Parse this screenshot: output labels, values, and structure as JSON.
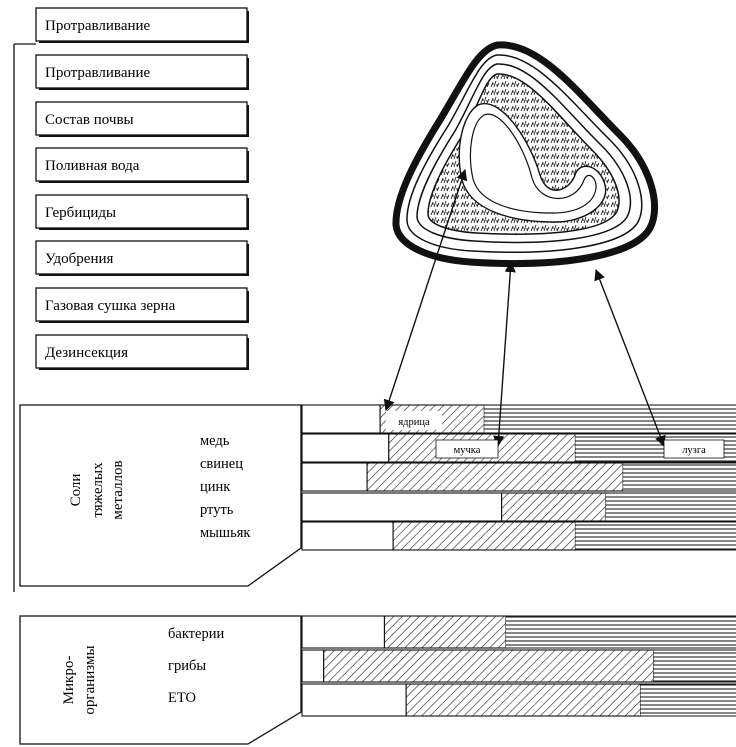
{
  "processing_steps": [
    "Протравливание",
    "Протравливание",
    "Состав почвы",
    "Поливная вода",
    "Гербициды",
    "Удобрения",
    "Газовая сушка зерна",
    "Дезинсекция"
  ],
  "heavy_metals": {
    "group_label_line1": "Соли",
    "group_label_line2": "тяжелых",
    "group_label_line3": "металлов",
    "rows": [
      "медь",
      "свинец",
      "цинк",
      "ртуть",
      "мышьяк"
    ]
  },
  "microorganisms": {
    "group_label_line1": "Микро-",
    "group_label_line2": "организмы",
    "rows": [
      "бактерии",
      "грибы",
      "ЕТО"
    ]
  },
  "grain_parts": {
    "kernel": "ядрица",
    "flour": "мучка",
    "husk": "лузга"
  },
  "distribution": {
    "legend": [
      "ядрица",
      "мучка",
      "лузга"
    ],
    "heavy_metals": [
      {
        "row": "медь",
        "kernel": 0.18,
        "flour": 0.24,
        "husk": 0.58
      },
      {
        "row": "свинец",
        "kernel": 0.2,
        "flour": 0.43,
        "husk": 0.37
      },
      {
        "row": "цинк",
        "kernel": 0.15,
        "flour": 0.59,
        "husk": 0.26
      },
      {
        "row": "ртуть",
        "kernel": 0.46,
        "flour": 0.24,
        "husk": 0.3
      },
      {
        "row": "мышьяк",
        "kernel": 0.21,
        "flour": 0.42,
        "husk": 0.37
      }
    ],
    "microorganisms": [
      {
        "row": "бактерии",
        "kernel": 0.19,
        "flour": 0.28,
        "husk": 0.53
      },
      {
        "row": "грибы",
        "kernel": 0.05,
        "flour": 0.76,
        "husk": 0.19
      },
      {
        "row": "ЕТО",
        "kernel": 0.24,
        "flour": 0.54,
        "husk": 0.22
      }
    ]
  }
}
